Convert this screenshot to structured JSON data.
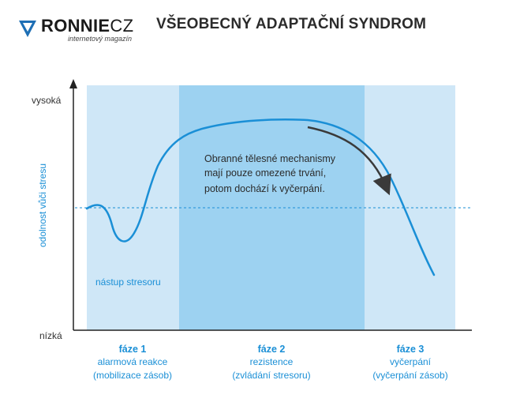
{
  "brand": {
    "name_main": "RONNIE",
    "name_suffix": "CZ",
    "tagline": "internetový magazín"
  },
  "title": "VŠEOBECNÝ ADAPTAČNÍ SYNDROM",
  "axis": {
    "y_label": "odolnost vůči stresu",
    "y_high": "vysoká",
    "y_low": "nízká"
  },
  "annotations": {
    "onset": "nástup stresoru",
    "note_lines": [
      "Obranné tělesné mechanismy",
      "mají pouze omezené trvání,",
      "potom dochází k vyčerpání."
    ]
  },
  "phases": [
    {
      "label": "fáze 1",
      "name": "alarmová reakce",
      "detail": "(mobilizace zásob)"
    },
    {
      "label": "fáze 2",
      "name": "rezistence",
      "detail": "(zvládání stresoru)"
    },
    {
      "label": "fáze 3",
      "name": "vyčerpání",
      "detail": "(vyčerpání zásob)"
    }
  ],
  "colors": {
    "accent": "#1a8fd6",
    "phase_light": "#cfe7f7",
    "phase_dark": "#9dd2f1",
    "text_dark": "#333333",
    "logo_blue": "#1e6fb5"
  }
}
